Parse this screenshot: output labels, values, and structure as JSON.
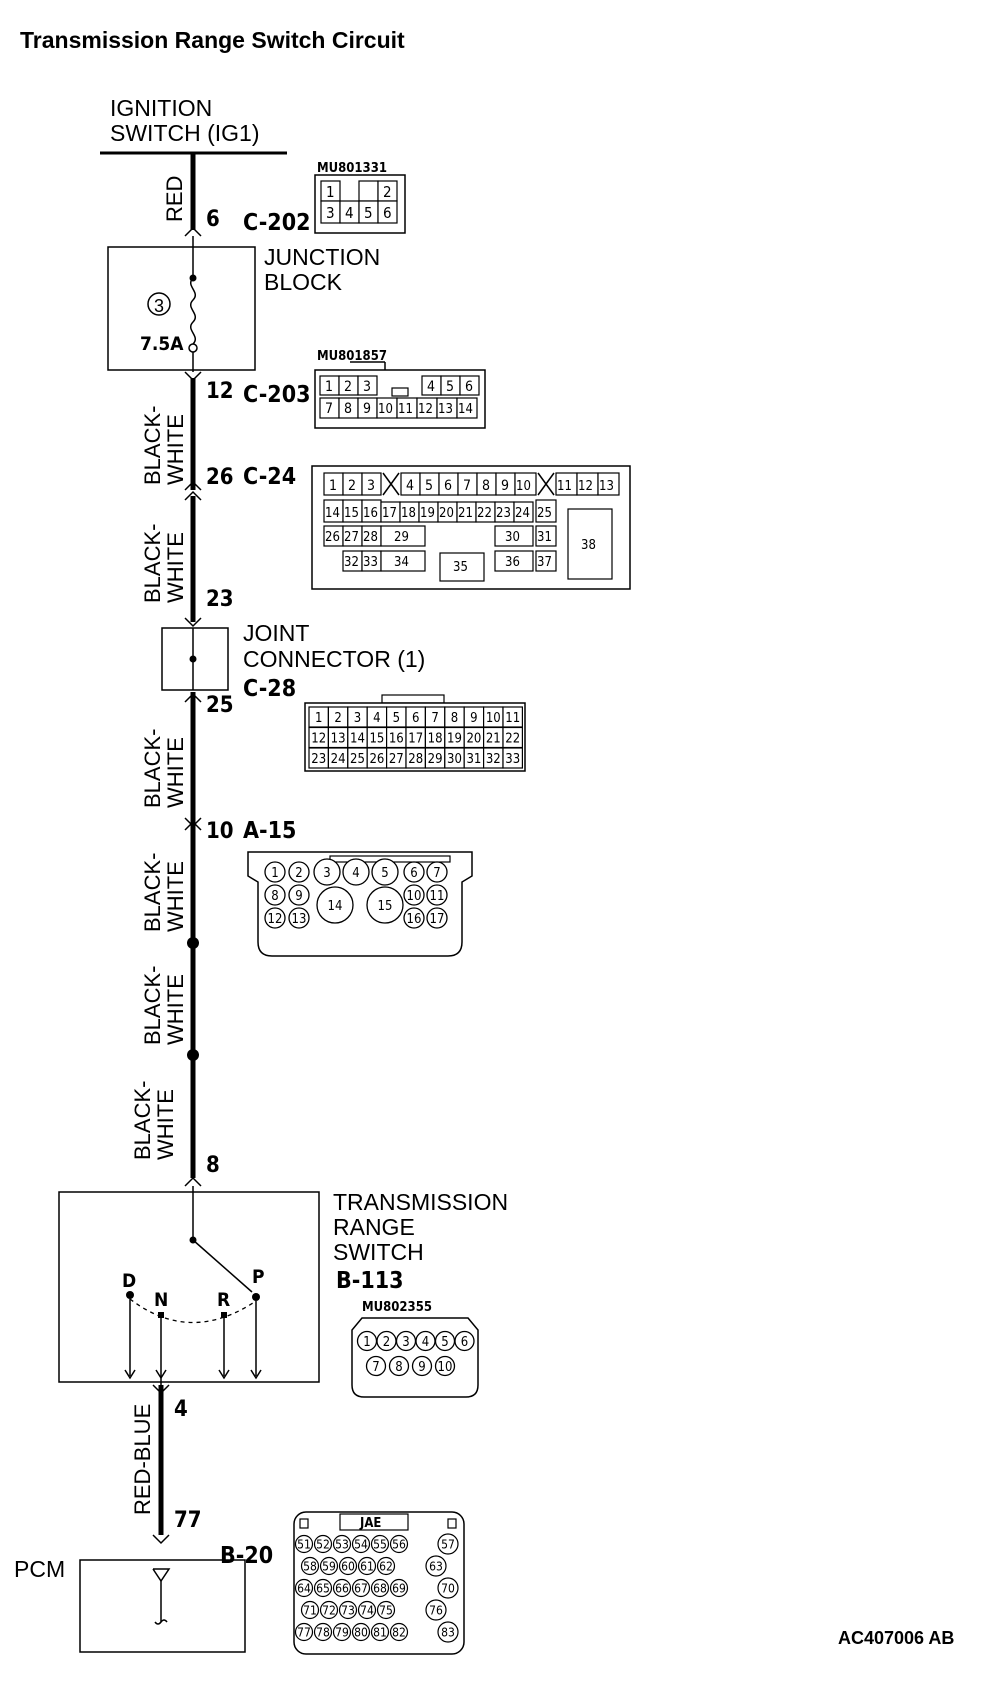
{
  "title": "Transmission Range Switch Circuit",
  "figure_id": "AC407006 AB",
  "components": {
    "ignition": [
      "IGNITION",
      "SWITCH (IG1)"
    ],
    "junction_block": [
      "JUNCTION",
      "BLOCK"
    ],
    "fuse_number": "3",
    "fuse_rating": "7.5A",
    "joint_connector": [
      "JOINT",
      "CONNECTOR (1)"
    ],
    "trs": [
      "TRANSMISSION",
      "RANGE",
      "SWITCH"
    ],
    "pcm": "PCM",
    "positions": [
      "D",
      "N",
      "R",
      "P"
    ]
  },
  "wires": {
    "red": "RED",
    "black_white": [
      "BLACK-",
      "WHITE"
    ],
    "red_blue": "RED-BLUE"
  },
  "pins": {
    "c202": "6",
    "c203": "12",
    "c24": "26",
    "c24b": "23",
    "c28": "25",
    "a15": "10",
    "b113_top": "8",
    "b113_bot": "4",
    "b20": "77"
  },
  "connectors": {
    "c202": {
      "id": "C-202",
      "part": "MU801331",
      "rows": [
        [
          "1",
          "",
          "",
          "2"
        ],
        [
          "3",
          "4",
          "5",
          "6"
        ]
      ]
    },
    "c203": {
      "id": "C-203",
      "part": "MU801857",
      "rows": [
        [
          "1",
          "2",
          "3",
          "",
          "4",
          "5",
          "6"
        ],
        [
          "7",
          "8",
          "9",
          "10",
          "11",
          "12",
          "13",
          "14"
        ]
      ]
    },
    "c24": {
      "id": "C-24",
      "rows": [
        [
          "1",
          "2",
          "3",
          "4",
          "5",
          "6",
          "7",
          "8",
          "9",
          "10",
          "11",
          "12",
          "13"
        ],
        [
          "14",
          "15",
          "16",
          "17",
          "18",
          "19",
          "20",
          "21",
          "22",
          "23",
          "24",
          "25"
        ],
        [
          "26",
          "27",
          "28",
          "29",
          "30",
          "31",
          "38"
        ],
        [
          "32",
          "33",
          "34",
          "35",
          "36",
          "37"
        ]
      ]
    },
    "c28": {
      "id": "C-28",
      "rows": [
        [
          "1",
          "2",
          "3",
          "4",
          "5",
          "6",
          "7",
          "8",
          "9",
          "10",
          "11"
        ],
        [
          "12",
          "13",
          "14",
          "15",
          "16",
          "17",
          "18",
          "19",
          "20",
          "21",
          "22"
        ],
        [
          "23",
          "24",
          "25",
          "26",
          "27",
          "28",
          "29",
          "30",
          "31",
          "32",
          "33"
        ]
      ]
    },
    "a15": {
      "id": "A-15",
      "rows": [
        [
          "1",
          "2",
          "3",
          "4",
          "5",
          "6",
          "7"
        ],
        [
          "8",
          "9",
          "14",
          "15",
          "10",
          "11"
        ],
        [
          "12",
          "13",
          "16",
          "17"
        ]
      ]
    },
    "b113": {
      "id": "B-113",
      "part": "MU802355",
      "rows": [
        [
          "1",
          "2",
          "3",
          "4",
          "5",
          "6"
        ],
        [
          "7",
          "8",
          "9",
          "10"
        ]
      ]
    },
    "b20": {
      "id": "B-20",
      "label": "JAE",
      "rows": [
        [
          "51",
          "52",
          "53",
          "54",
          "55",
          "56",
          "57"
        ],
        [
          "58",
          "59",
          "60",
          "61",
          "62",
          "63"
        ],
        [
          "64",
          "65",
          "66",
          "67",
          "68",
          "69",
          "70"
        ],
        [
          "71",
          "72",
          "73",
          "74",
          "75",
          "76"
        ],
        [
          "77",
          "78",
          "79",
          "80",
          "81",
          "82",
          "83"
        ]
      ]
    }
  }
}
